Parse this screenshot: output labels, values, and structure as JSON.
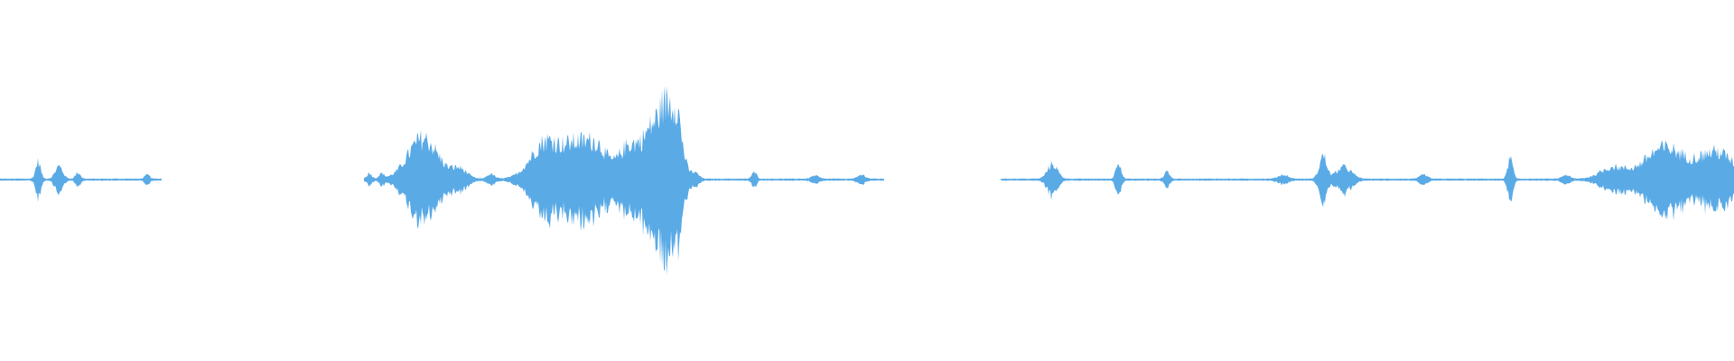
{
  "waveform": {
    "color": "#5aaae6",
    "background": "#ffffff",
    "segments": [
      {
        "start": 0.0,
        "end": 0.093
      },
      {
        "start": 0.21,
        "end": 0.51
      },
      {
        "start": 0.577,
        "end": 1.0
      }
    ],
    "bursts": [
      {
        "at": 0.022,
        "amplitude": 0.22,
        "width": 0.002
      },
      {
        "at": 0.034,
        "amplitude": 0.16,
        "width": 0.003
      },
      {
        "at": 0.045,
        "amplitude": 0.08,
        "width": 0.002
      },
      {
        "at": 0.085,
        "amplitude": 0.05,
        "width": 0.002
      },
      {
        "at": 0.213,
        "amplitude": 0.07,
        "width": 0.002
      },
      {
        "at": 0.22,
        "amplitude": 0.06,
        "width": 0.002
      },
      {
        "at": 0.244,
        "amplitude": 0.52,
        "width": 0.012
      },
      {
        "at": 0.265,
        "amplitude": 0.12,
        "width": 0.006
      },
      {
        "at": 0.283,
        "amplitude": 0.06,
        "width": 0.003
      },
      {
        "at": 0.315,
        "amplitude": 0.48,
        "width": 0.012
      },
      {
        "at": 0.333,
        "amplitude": 0.4,
        "width": 0.01
      },
      {
        "at": 0.345,
        "amplitude": 0.36,
        "width": 0.008
      },
      {
        "at": 0.362,
        "amplitude": 0.38,
        "width": 0.008
      },
      {
        "at": 0.378,
        "amplitude": 0.7,
        "width": 0.01
      },
      {
        "at": 0.388,
        "amplitude": 1.0,
        "width": 0.006
      },
      {
        "at": 0.401,
        "amplitude": 0.07,
        "width": 0.003
      },
      {
        "at": 0.435,
        "amplitude": 0.08,
        "width": 0.002
      },
      {
        "at": 0.47,
        "amplitude": 0.04,
        "width": 0.003
      },
      {
        "at": 0.497,
        "amplitude": 0.05,
        "width": 0.003
      },
      {
        "at": 0.607,
        "amplitude": 0.19,
        "width": 0.004
      },
      {
        "at": 0.645,
        "amplitude": 0.24,
        "width": 0.002
      },
      {
        "at": 0.673,
        "amplitude": 0.1,
        "width": 0.002
      },
      {
        "at": 0.74,
        "amplitude": 0.05,
        "width": 0.004
      },
      {
        "at": 0.763,
        "amplitude": 0.29,
        "width": 0.003
      },
      {
        "at": 0.775,
        "amplitude": 0.15,
        "width": 0.006
      },
      {
        "at": 0.821,
        "amplitude": 0.05,
        "width": 0.003
      },
      {
        "at": 0.871,
        "amplitude": 0.26,
        "width": 0.002
      },
      {
        "at": 0.903,
        "amplitude": 0.05,
        "width": 0.003
      },
      {
        "at": 0.93,
        "amplitude": 0.14,
        "width": 0.01
      },
      {
        "at": 0.96,
        "amplitude": 0.4,
        "width": 0.016
      },
      {
        "at": 0.99,
        "amplitude": 0.34,
        "width": 0.014
      }
    ]
  }
}
